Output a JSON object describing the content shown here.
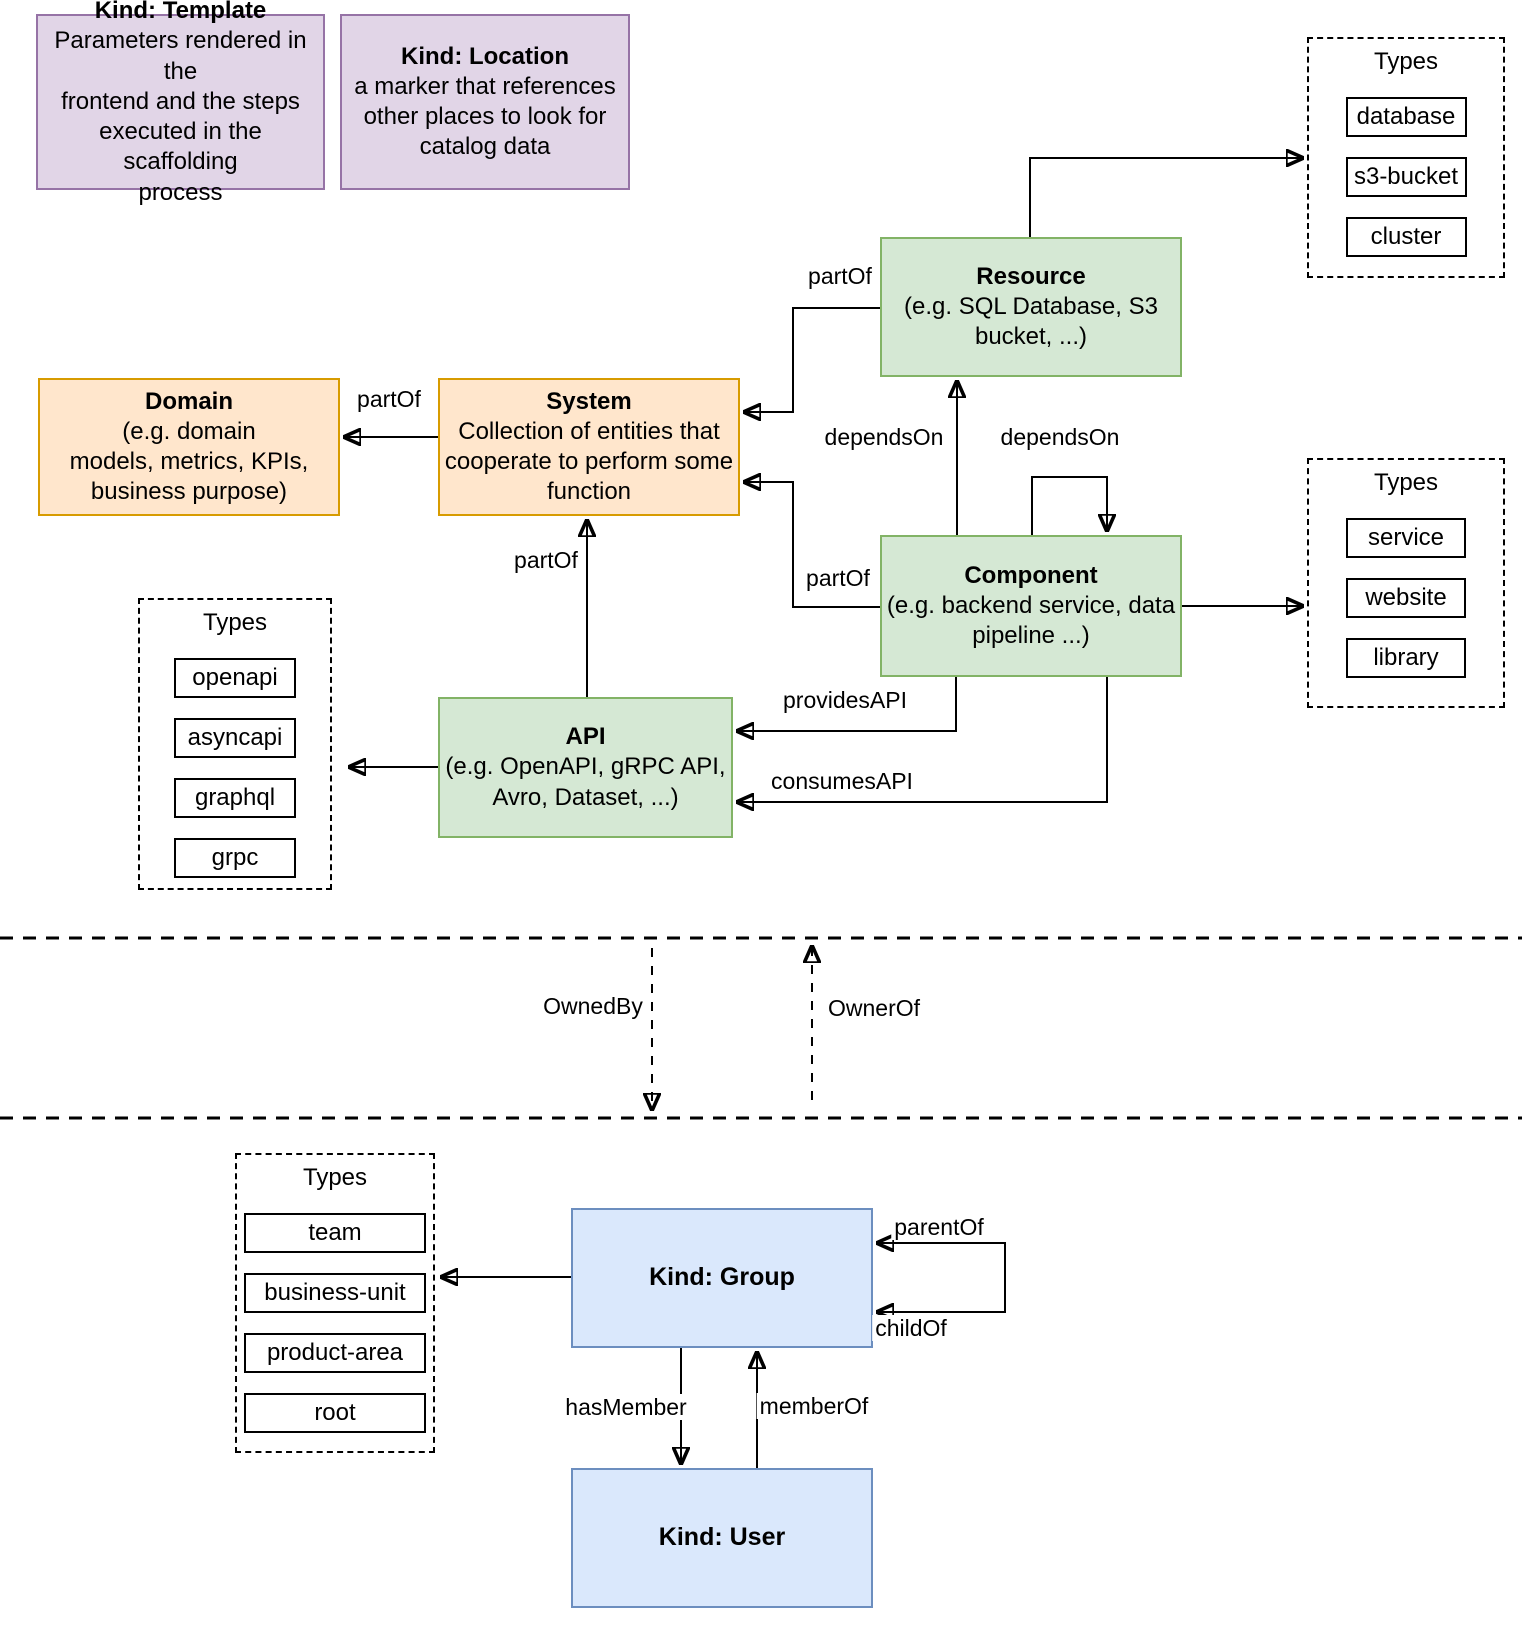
{
  "colors": {
    "purple_fill": "#E1D5E7",
    "purple_stroke": "#9673A6",
    "orange_fill": "#FFE6CC",
    "orange_stroke": "#D79B00",
    "green_fill": "#D5E8D4",
    "green_stroke": "#82B366",
    "blue_fill": "#DAE8FC",
    "blue_stroke": "#6C8EBF",
    "line": "#000000"
  },
  "nodes": {
    "template": {
      "title": "Kind: Template",
      "body": "Parameters rendered in the\nfrontend and the steps\nexecuted in  the scaffolding\nprocess"
    },
    "location": {
      "title": "Kind: Location",
      "body": "a marker that references\nother places to look for\ncatalog data"
    },
    "domain": {
      "title": "Domain",
      "body": "(e.g.  domain\nmodels, metrics, KPIs,\nbusiness purpose)"
    },
    "system": {
      "title": "System",
      "body": "Collection of entities that\ncooperate to perform some\nfunction"
    },
    "resource": {
      "title": "Resource",
      "body": "(e.g. SQL Database, S3\nbucket, ...)"
    },
    "component": {
      "title": "Component",
      "body": "(e.g. backend service, data\npipeline ...)"
    },
    "api": {
      "title": "API",
      "body": "(e.g. OpenAPI, gRPC API,\nAvro, Dataset, ...)"
    },
    "group": {
      "title": "Kind: Group"
    },
    "user": {
      "title": "Kind: User"
    }
  },
  "type_lists": {
    "resource": {
      "label": "Types",
      "items": [
        "database",
        "s3-bucket",
        "cluster"
      ]
    },
    "component": {
      "label": "Types",
      "items": [
        "service",
        "website",
        "library"
      ]
    },
    "api": {
      "label": "Types",
      "items": [
        "openapi",
        "asyncapi",
        "graphql",
        "grpc"
      ]
    },
    "group": {
      "label": "Types",
      "items": [
        "team",
        "business-unit",
        "product-area",
        "root"
      ]
    }
  },
  "edge_labels": {
    "partof_resource_system": "partOf",
    "partof_system_domain": "partOf",
    "partof_component_system": "partOf",
    "partof_api_system": "partOf",
    "dependson_resource": "dependsOn",
    "dependson_self": "dependsOn",
    "providesapi": "providesAPI",
    "consumesapi": "consumesAPI",
    "ownedby": "OwnedBy",
    "ownerof": "OwnerOf",
    "parentof": "parentOf",
    "childof": "childOf",
    "hasmember": "hasMember",
    "memberof": "memberOf"
  }
}
